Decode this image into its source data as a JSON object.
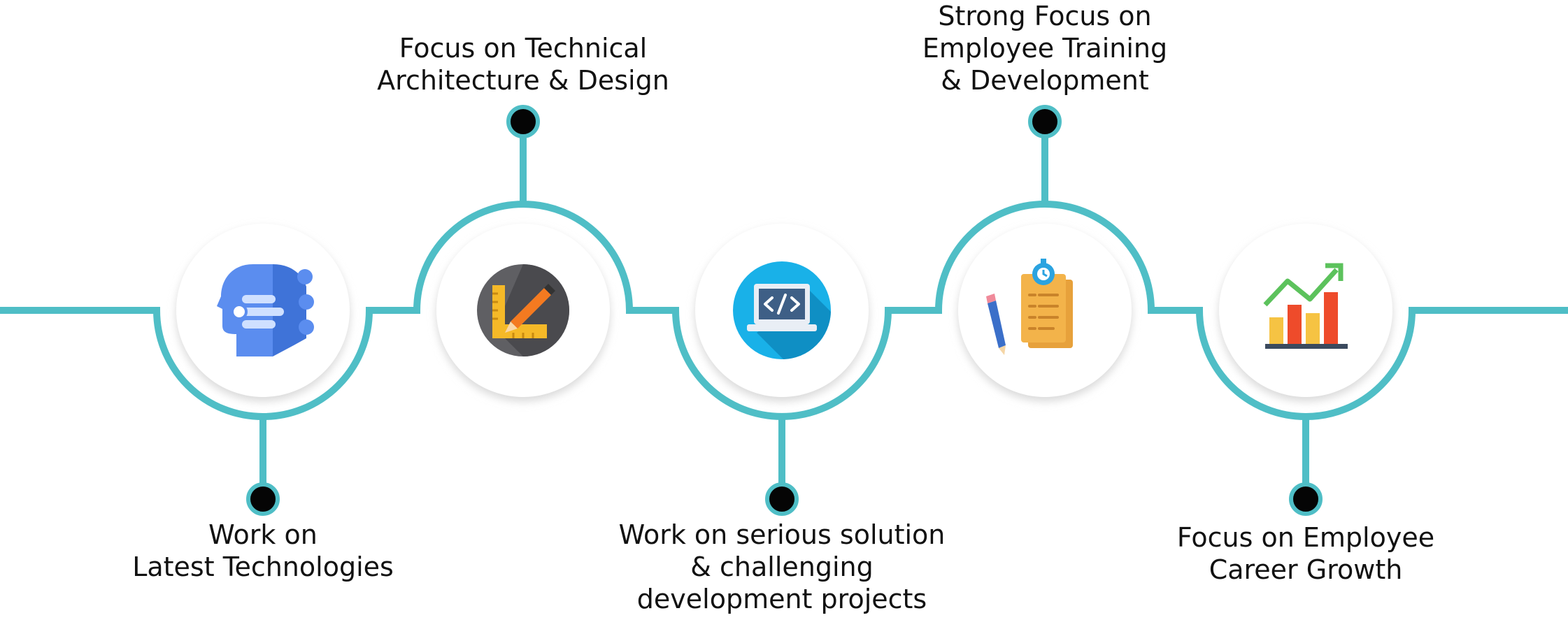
{
  "diagram": {
    "colors": {
      "line": "#4fbec6",
      "dot": "#050505",
      "circle_shadow": "#dcdcdc"
    },
    "steps": [
      {
        "label": "Work on\nLatest Technologies",
        "icon": "ai-head-icon",
        "position": "below"
      },
      {
        "label": "Focus on Technical\nArchitecture & Design",
        "icon": "ruler-pencil-icon",
        "position": "above"
      },
      {
        "label": "Work on serious solution\n& challenging\ndevelopment  projects",
        "icon": "code-laptop-icon",
        "position": "below"
      },
      {
        "label": "Strong Focus on\nEmployee Training\n& Development",
        "icon": "clipboard-pencil-icon",
        "position": "above"
      },
      {
        "label": "Focus on Employee\nCareer Growth",
        "icon": "growth-chart-icon",
        "position": "below"
      }
    ]
  }
}
